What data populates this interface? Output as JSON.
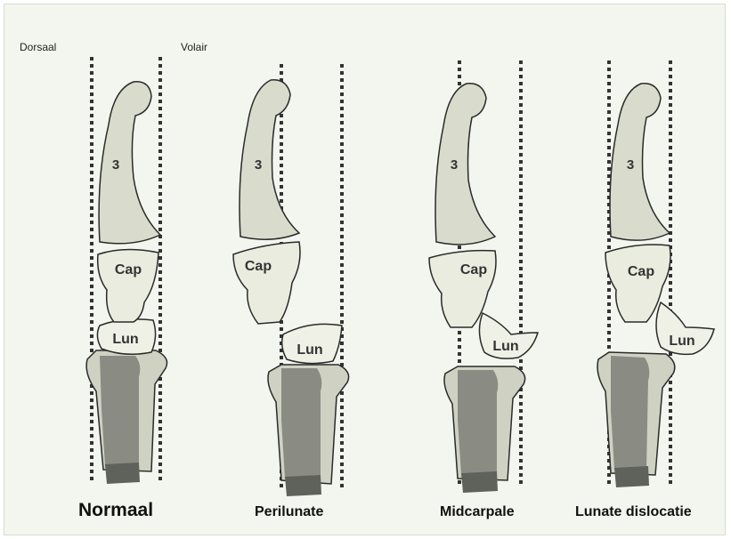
{
  "labels": {
    "dorsal": "Dorsaal",
    "volar": "Volair"
  },
  "bones": {
    "metacarpal": "3",
    "capitate": "Cap",
    "lunate": "Lun"
  },
  "panels": [
    {
      "title": "Normaal"
    },
    {
      "title": "Perilunate"
    },
    {
      "title": "Midcarpale"
    },
    {
      "title": "Lunate dislocatie"
    }
  ],
  "colors": {
    "background": "#f3f6ee",
    "metacarpal": "#d9dccc",
    "capitate": "#e9ecde",
    "lunate": "#eff1e6",
    "radius_outer": "#cfd2c3",
    "radius_inner": "#8a8c84",
    "radius_cap": "#5f615b",
    "outline": "#2a2a2a",
    "axis_line": "#333333"
  },
  "icons": {
    "axis_lines": "dotted-vertical-lines"
  }
}
